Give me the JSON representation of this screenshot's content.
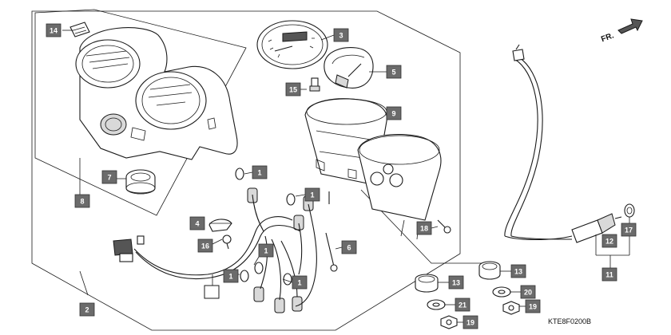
{
  "diagram": {
    "part_numbers": [
      "14",
      "3",
      "5",
      "15",
      "9",
      "7",
      "8",
      "1",
      "4",
      "16",
      "6",
      "18",
      "13",
      "2",
      "21",
      "19",
      "20",
      "12",
      "17",
      "11"
    ],
    "direction_label": "FR.",
    "figure_code": "KTE8F0200B"
  },
  "colors": {
    "badge": "#6b6b6b",
    "line": "#1a1a1a",
    "background": "#ffffff"
  }
}
